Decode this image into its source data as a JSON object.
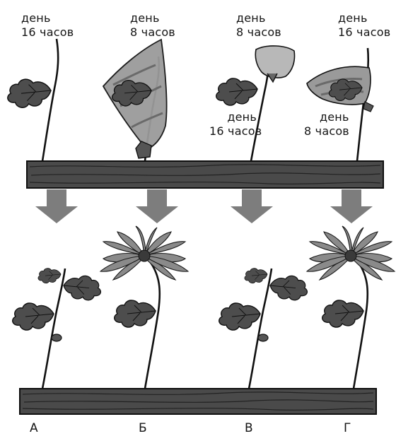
{
  "experiments": [
    {
      "id": "A",
      "leaf_day": "день\n16 часов",
      "bud_day": "",
      "bag_on_bud": false,
      "bag_on_leaf": false,
      "result": "no-flower",
      "letter": "А"
    },
    {
      "id": "B",
      "leaf_day": "день\n8 часов",
      "bud_day": "",
      "bag_on_bud": false,
      "bag_on_leaf": true,
      "result": "flower",
      "letter": "Б"
    },
    {
      "id": "C",
      "leaf_day": "день\n16 часов",
      "bud_day": "день\n8 часов",
      "bag_on_bud": true,
      "bag_on_leaf": false,
      "result": "no-flower",
      "letter": "В"
    },
    {
      "id": "D",
      "leaf_day": "день\n8 часов",
      "bud_day": "день\n16 часов",
      "bag_on_bud": false,
      "bag_on_leaf": true,
      "result": "flower",
      "letter": "Г"
    }
  ],
  "top_labels": [
    {
      "line1": "день",
      "line2": "16 часов"
    },
    {
      "line1": "день",
      "line2": "8 часов"
    },
    {
      "line1": "день",
      "line2": "8 часов"
    },
    {
      "line1": "день",
      "line2": "16 часов"
    }
  ],
  "mid_labels": [
    {
      "line1": "день",
      "line2": "16 часов"
    },
    {
      "line1": "день",
      "line2": "8 часов"
    }
  ],
  "letters": [
    "А",
    "Б",
    "В",
    "Г"
  ],
  "colors": {
    "arrow": "#7d7d7d",
    "wood": "#4a4a4a",
    "ink": "#141414",
    "bag": "#9a9a9a"
  }
}
